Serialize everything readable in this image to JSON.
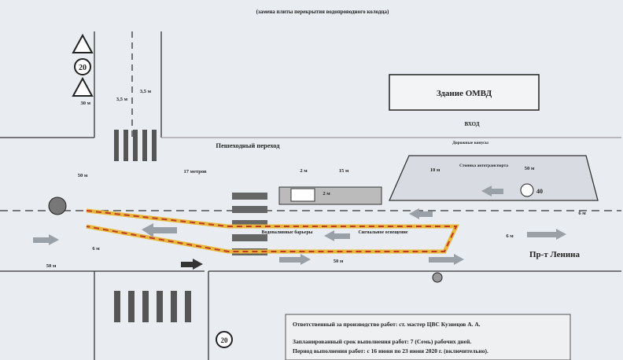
{
  "title": "(замена плиты перекрытия водопроводного колодца)",
  "building": {
    "name": "Здание ОМВД",
    "entrance": "ВХОД"
  },
  "labels": {
    "crosswalk": "Пешеходный переход",
    "cones": "Дорожные конусы",
    "parking": "Стоянка автотранспорта",
    "barriers": "Водоналивные барьеры",
    "lighting": "Сигнальное освещение",
    "street": "Пр-т Ленина"
  },
  "dimensions": {
    "d30": "30 м",
    "d35a": "3,5 м",
    "d35b": "3,5 м",
    "d50left": "50 м",
    "d17": "17 метров",
    "d2a": "2 м",
    "d15": "15 м",
    "d2b": "2 м",
    "d10": "10 м",
    "d50park": "50 м",
    "d6right": "6 м",
    "d6mid": "6 м",
    "d6left": "6 м",
    "d50bottom": "50 м",
    "d50lowerleft": "50 м"
  },
  "signs": {
    "speed": "20",
    "speed2": "40"
  },
  "info": {
    "responsible": "Ответственный за производство работ: ст. мастер ЦВС Кузнецов А. А.",
    "term": "Запланированный срок выполнения работ: 7 (Семь) рабочих дней.",
    "period": "Период выполнения работ: с 16 июня по 23 июня 2020 г. (включительно)."
  },
  "colors": {
    "paper": "#e9ecf0",
    "barrier": "#c0392b",
    "lighting": "#e8b83a",
    "lines": "#333333"
  }
}
